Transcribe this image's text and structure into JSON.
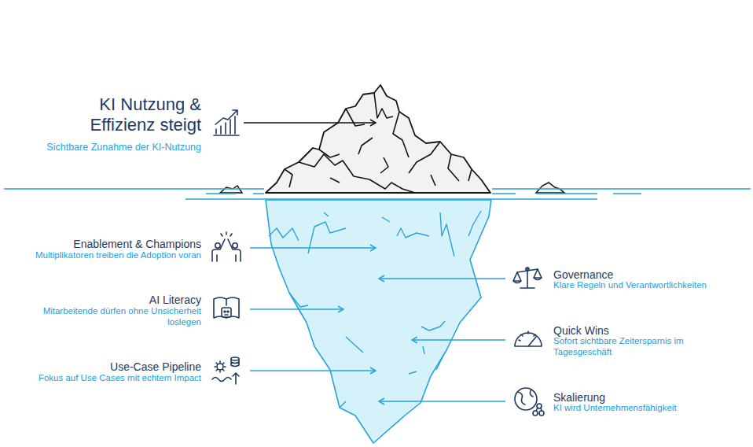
{
  "diagram": {
    "labels": [
      "KI Nutzung & Effizienz steigt",
      "Sichtbare Zunahme der KI-Nutzung",
      "Enablement & Champions",
      "Multiplikatoren treiben die Adoption voran",
      "Governance",
      "Klare Regeln und Verantwortlichkeiten",
      "AI Literacy",
      "Mitarbeitende dürfen ohne Unsicherheit loslegen",
      "Quick Wins",
      "Sofort sichtbare Zeitersparnis im Tagesgeschäft",
      "Use-Case Pipeline",
      "Fokus auf Use Cases mit echtem Impact",
      "Skalierung",
      "KI wird Unternehmensfähigkeit"
    ]
  }
}
